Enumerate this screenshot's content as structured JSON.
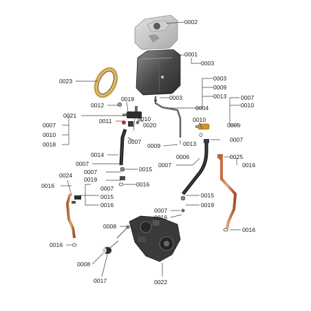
{
  "diagram": {
    "parts": {
      "p0002": "0002",
      "p0001": "0001",
      "p0003_top": "0003",
      "p0023": "0023",
      "p0003_pipe": "0003",
      "p0003_r": "0003",
      "p0009_r": "0009",
      "p0013_r": "0013",
      "p0004": "0004",
      "p0007_rt": "0007",
      "p0010_rt": "0010",
      "p0012": "0012",
      "p0018_c": "0018",
      "p0021": "0021",
      "p0011": "0011",
      "p0010_c": "0010",
      "p0020": "0020",
      "p0007_l1": "0007",
      "p0010_l": "0010",
      "p0018_l": "0018",
      "p0010_r2": "0010",
      "p0005": "0005",
      "p0007_c": "0007",
      "p0009_c": "0009",
      "p0013_c": "0013",
      "p0007_r2": "0007",
      "p0014": "0014",
      "p0006": "0006",
      "p0025": "0025",
      "p0007_l2": "0007",
      "p0007_m": "0007",
      "p0016_r1": "0016",
      "p0015_c": "0015",
      "p0007_m2": "0007",
      "p0019_c": "0019",
      "p0016_c": "0016",
      "p0016_l1": "0016",
      "p0024": "0024",
      "p0007_l3": "0007",
      "p0015_l": "0015",
      "p0016_l2": "0016",
      "p0015_r": "0015",
      "p0019_r": "0019",
      "p0007_b": "0007",
      "p0016_b": "0016",
      "p0008_c": "0008",
      "p0016_rb": "0016",
      "p0016_lb": "0016",
      "p0008_l": "0008",
      "p0017": "0017",
      "p0022": "0022"
    }
  }
}
